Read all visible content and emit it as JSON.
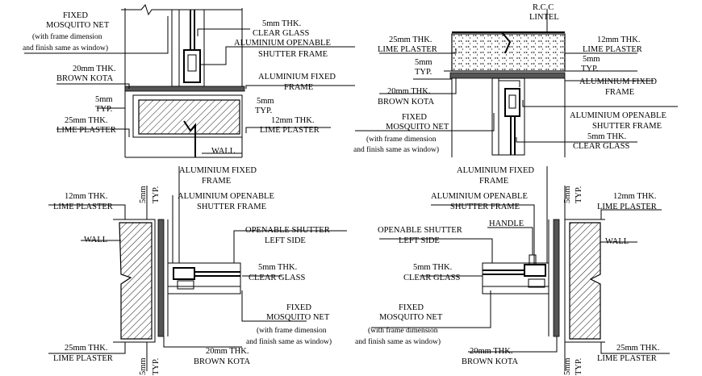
{
  "drawing": {
    "top_left": {
      "fixed_net": [
        "FIXED",
        "MOSQUITO NET",
        "(with frame dimension",
        "and finish same as window)"
      ],
      "glass": [
        "5mm THK.",
        "CLEAR GLASS"
      ],
      "shutter": [
        "ALUMINIUM OPENABLE",
        "SHUTTER FRAME"
      ],
      "kota": [
        "20mm THK.",
        "BROWN KOTA"
      ],
      "fixed_frame": [
        "ALUMINIUM FIXED",
        "FRAME"
      ],
      "typ_left": [
        "5mm",
        "TYP."
      ],
      "typ_right": "5mm",
      "typ_right2": "TYP.",
      "plaster_left": [
        "25mm THK.",
        "LIME PLASTER"
      ],
      "plaster_right": [
        "12mm THK.",
        "LIME PLASTER"
      ],
      "wall": "WALL"
    },
    "top_right": {
      "lintel": [
        "R.C.C",
        "LINTEL"
      ],
      "plaster_left": [
        "25mm THK.",
        "LIME PLASTER"
      ],
      "plaster_right": [
        "12mm THK.",
        "LIME PLASTER"
      ],
      "typ_left": [
        "5mm",
        "TYP."
      ],
      "typ_right": [
        "5mm",
        "TYP."
      ],
      "kota": [
        "20mm THK.",
        "BROWN KOTA"
      ],
      "fixed_frame": [
        "ALUMINIUM FIXED",
        "FRAME"
      ],
      "shutter": [
        "ALUMINIUM OPENABLE",
        "SHUTTER FRAME"
      ],
      "fixed_net": [
        "FIXED",
        "MOSQUITO NET",
        "(with frame dimension",
        "and finish same as window)"
      ],
      "glass": [
        "5mm THK.",
        "CLEAR GLASS"
      ]
    },
    "bottom_left": {
      "fixed_frame": [
        "ALUMINIUM FIXED",
        "FRAME"
      ],
      "plaster_top": [
        "12mm THK.",
        "LIME PLASTER"
      ],
      "typ_top": [
        "5mm",
        "TYP."
      ],
      "shutter": [
        "ALUMINIUM OPENABLE",
        "SHUTTER FRAME"
      ],
      "openable": [
        "OPENABLE SHUTTER",
        "LEFT SIDE"
      ],
      "wall": "WALL",
      "glass": [
        "5mm THK.",
        "CLEAR GLASS"
      ],
      "fixed_net": [
        "FIXED",
        "MOSQUITO NET",
        "(with frame dimension",
        "and finish same as window)"
      ],
      "plaster_bottom": [
        "25mm THK.",
        "LIME PLASTER"
      ],
      "kota": [
        "20mm THK.",
        "BROWN KOTA"
      ],
      "typ_bottom": [
        "5mm",
        "TYP."
      ]
    },
    "bottom_right": {
      "fixed_frame": [
        "ALUMINIUM FIXED",
        "FRAME"
      ],
      "typ_top": [
        "5mm",
        "TYP."
      ],
      "plaster_top": [
        "12mm THK.",
        "LIME PLASTER"
      ],
      "shutter": [
        "ALUMINIUM OPENABLE",
        "SHUTTER FRAME"
      ],
      "handle": "HANDLE",
      "openable": [
        "OPENABLE SHUTTER",
        "LEFT SIDE"
      ],
      "wall": "WALL",
      "glass": [
        "5mm THK.",
        "CLEAR GLASS"
      ],
      "fixed_net": [
        "FIXED",
        "MOSQUITO NET",
        "(with frame dimension",
        "and finish same as window)"
      ],
      "kota": [
        "20mm THK.",
        "BROWN KOTA"
      ],
      "plaster_bottom": [
        "25mm THK.",
        "LIME PLASTER"
      ],
      "typ_bottom": [
        "5mm",
        "TYP."
      ]
    }
  }
}
